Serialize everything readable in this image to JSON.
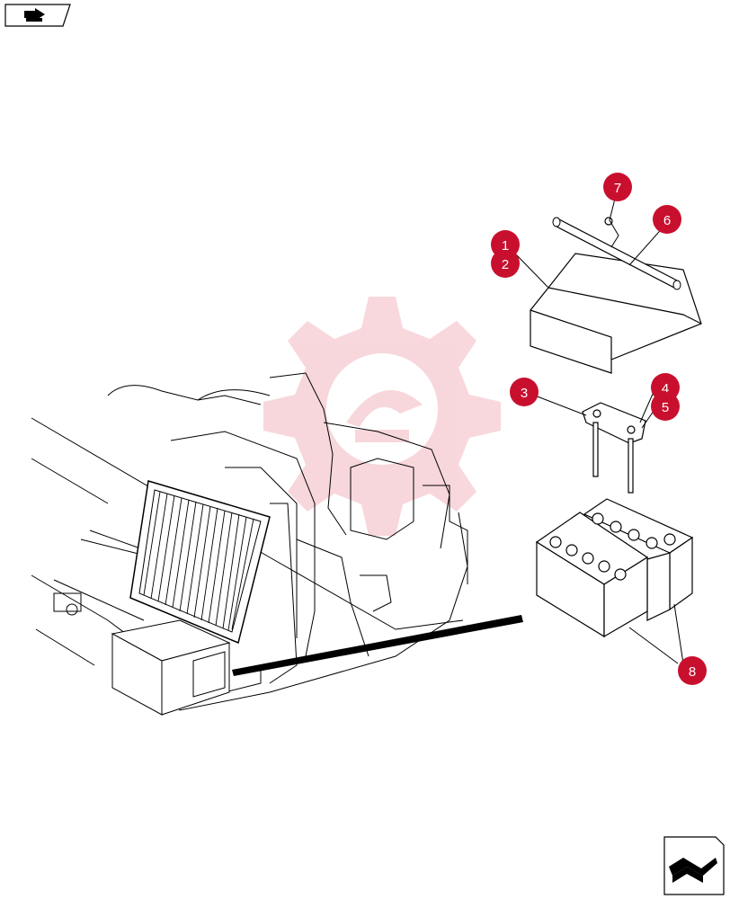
{
  "navigation": {
    "prev_icon": "arrow-right-icon",
    "next_icon": "return-arrow-icon"
  },
  "diagram": {
    "callout_color": "#c8102e",
    "line_color": "#000000",
    "watermark_color": "#f2b8bf",
    "callouts": [
      "1",
      "2",
      "3",
      "4",
      "5",
      "6",
      "7",
      "8"
    ]
  }
}
